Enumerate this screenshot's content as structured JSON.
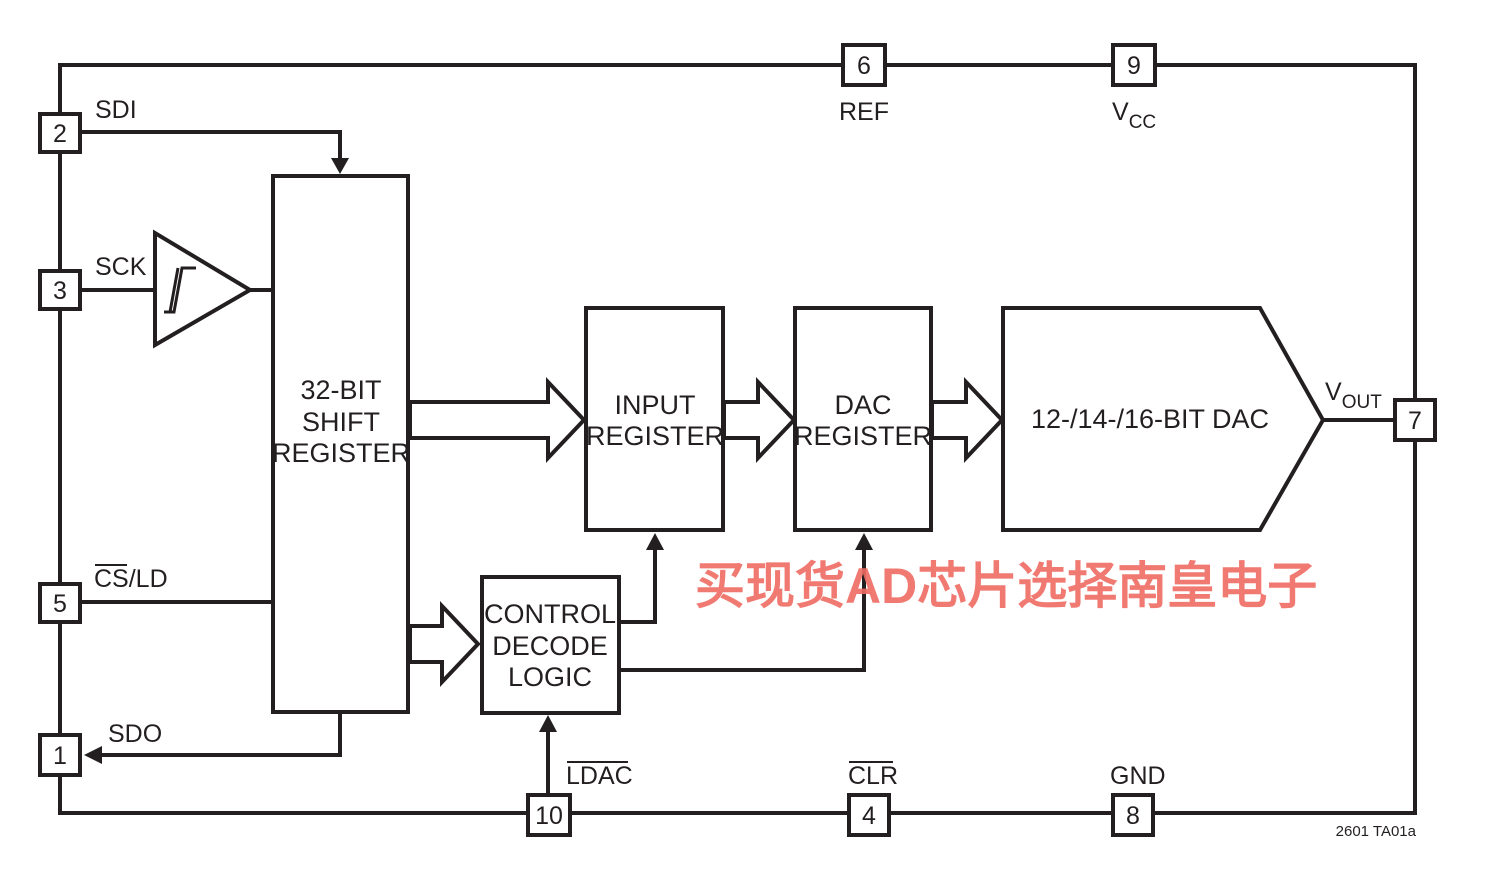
{
  "pins": [
    {
      "num": "2",
      "label": "SDI"
    },
    {
      "num": "3",
      "label": "SCK"
    },
    {
      "num": "5",
      "label_cs": "CS",
      "label_rest": "/LD"
    },
    {
      "num": "1",
      "label": "SDO"
    },
    {
      "num": "6",
      "label": "REF"
    },
    {
      "num": "9",
      "label_main": "V",
      "label_sub": "CC"
    },
    {
      "num": "7",
      "label_main": "V",
      "label_sub": "OUT"
    },
    {
      "num": "10",
      "label": "LDAC"
    },
    {
      "num": "4",
      "label": "CLR"
    },
    {
      "num": "8",
      "label": "GND"
    }
  ],
  "blocks": {
    "shift_register": [
      "32-BIT",
      "SHIFT",
      "REGISTER"
    ],
    "input_register": [
      "INPUT",
      "REGISTER"
    ],
    "dac_register": [
      "DAC",
      "REGISTER"
    ],
    "dac": "12-/14-/16-BIT DAC",
    "control": [
      "CONTROL",
      "DECODE",
      "LOGIC"
    ]
  },
  "figure_ref": "2601 TA01a",
  "watermark": "买现货AD芯片选择南皇电子",
  "colors": {
    "line": "#231f20",
    "watermark": "#ef6c63"
  }
}
